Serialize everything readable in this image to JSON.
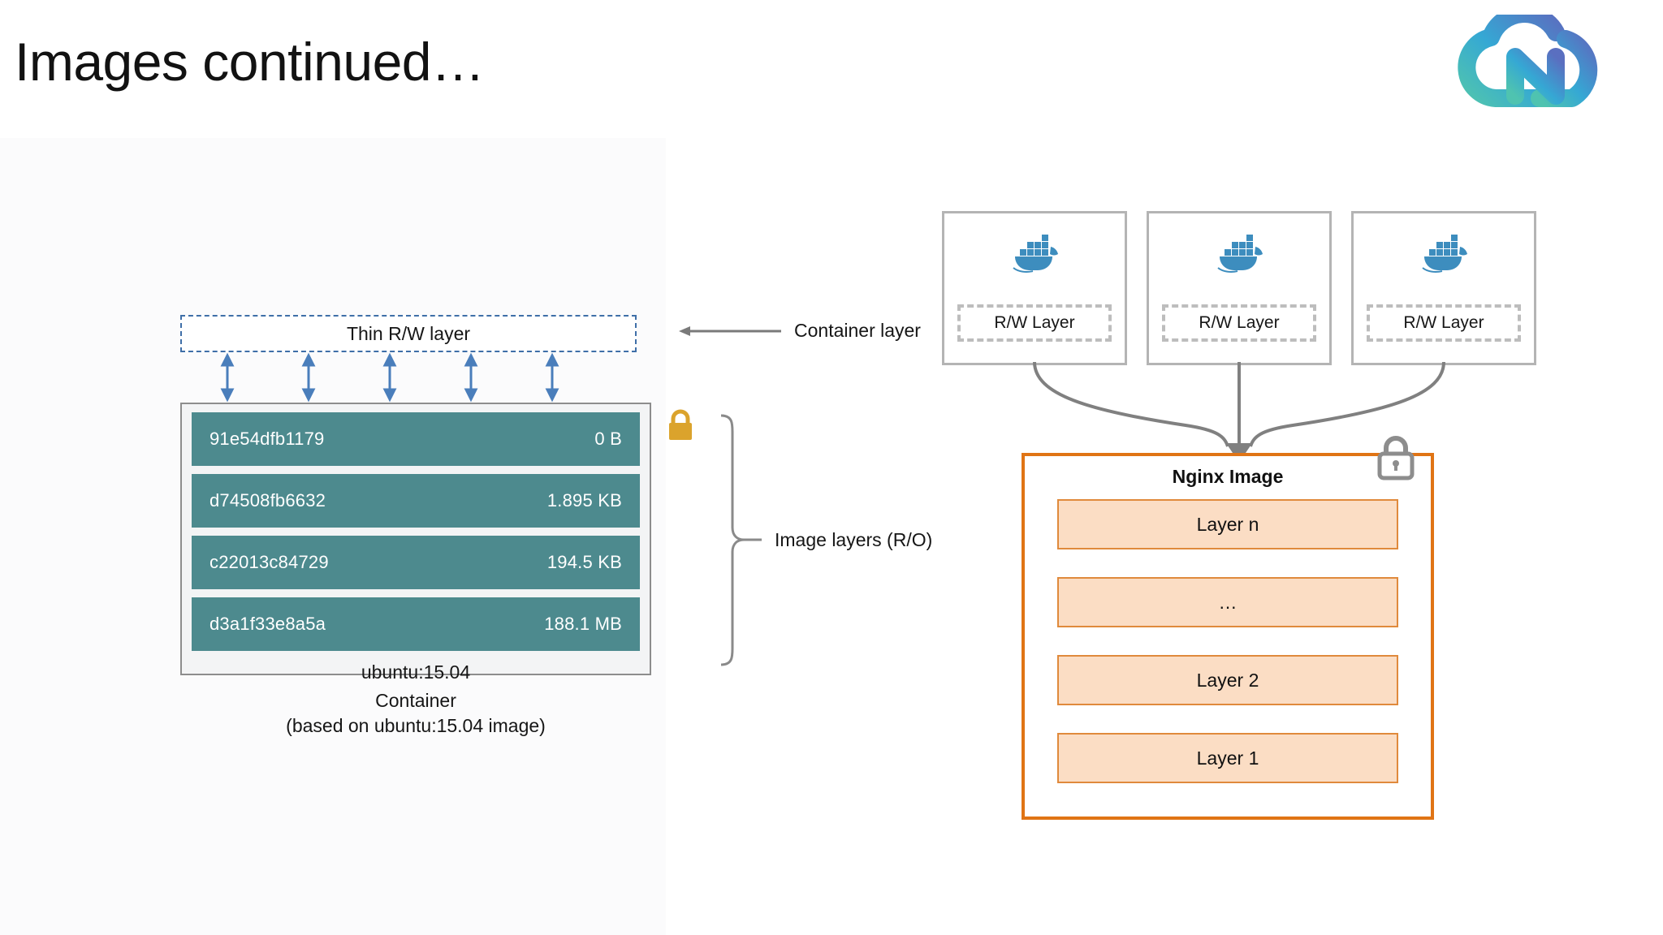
{
  "slide": {
    "title": "Images continued…"
  },
  "logo": {
    "name": "cn-cloud-logo",
    "colors": {
      "start": "#4fc3b0",
      "mid": "#35a8d4",
      "end": "#5a6fc0"
    }
  },
  "left_diagram": {
    "thin_rw_layer": "Thin R/W layer",
    "layers": [
      {
        "hash": "91e54dfb1179",
        "size": "0 B"
      },
      {
        "hash": "d74508fb6632",
        "size": "1.895 KB"
      },
      {
        "hash": "c22013c84729",
        "size": "194.5 KB"
      },
      {
        "hash": "d3a1f33e8a5a",
        "size": "188.1 MB"
      }
    ],
    "base_image_tag": "ubuntu:15.04",
    "caption_line1": "Container",
    "caption_line2": "(based on ubuntu:15.04 image)",
    "annotations": {
      "container_layer": "Container layer",
      "image_layers": "Image layers (R/O)"
    },
    "icons": {
      "lock": "lock-icon"
    },
    "colors": {
      "layer_fill": "#4d8a8e",
      "container_border": "#8d8d8d",
      "container_fill": "#f3f4f5",
      "dashed_border": "#3f6fa8",
      "arrow": "#4a7ebb",
      "lock": "#dba32c"
    }
  },
  "right_diagram": {
    "containers": [
      {
        "icon": "docker-whale-icon",
        "rw_label": "R/W Layer"
      },
      {
        "icon": "docker-whale-icon",
        "rw_label": "R/W Layer"
      },
      {
        "icon": "docker-whale-icon",
        "rw_label": "R/W Layer"
      }
    ],
    "image": {
      "title": "Nginx Image",
      "layers": [
        "Layer n",
        "…",
        "Layer 2",
        "Layer 1"
      ]
    },
    "icons": {
      "lock": "lock-icon"
    },
    "colors": {
      "image_border": "#e07415",
      "layer_fill": "#fbddc4",
      "layer_border": "#e08a3c",
      "card_border": "#b4b4b4",
      "dashed_border": "#bdbdbd",
      "whale": "#3d8dbe",
      "connector": "#808080",
      "lock": "#8d8d8d"
    }
  }
}
